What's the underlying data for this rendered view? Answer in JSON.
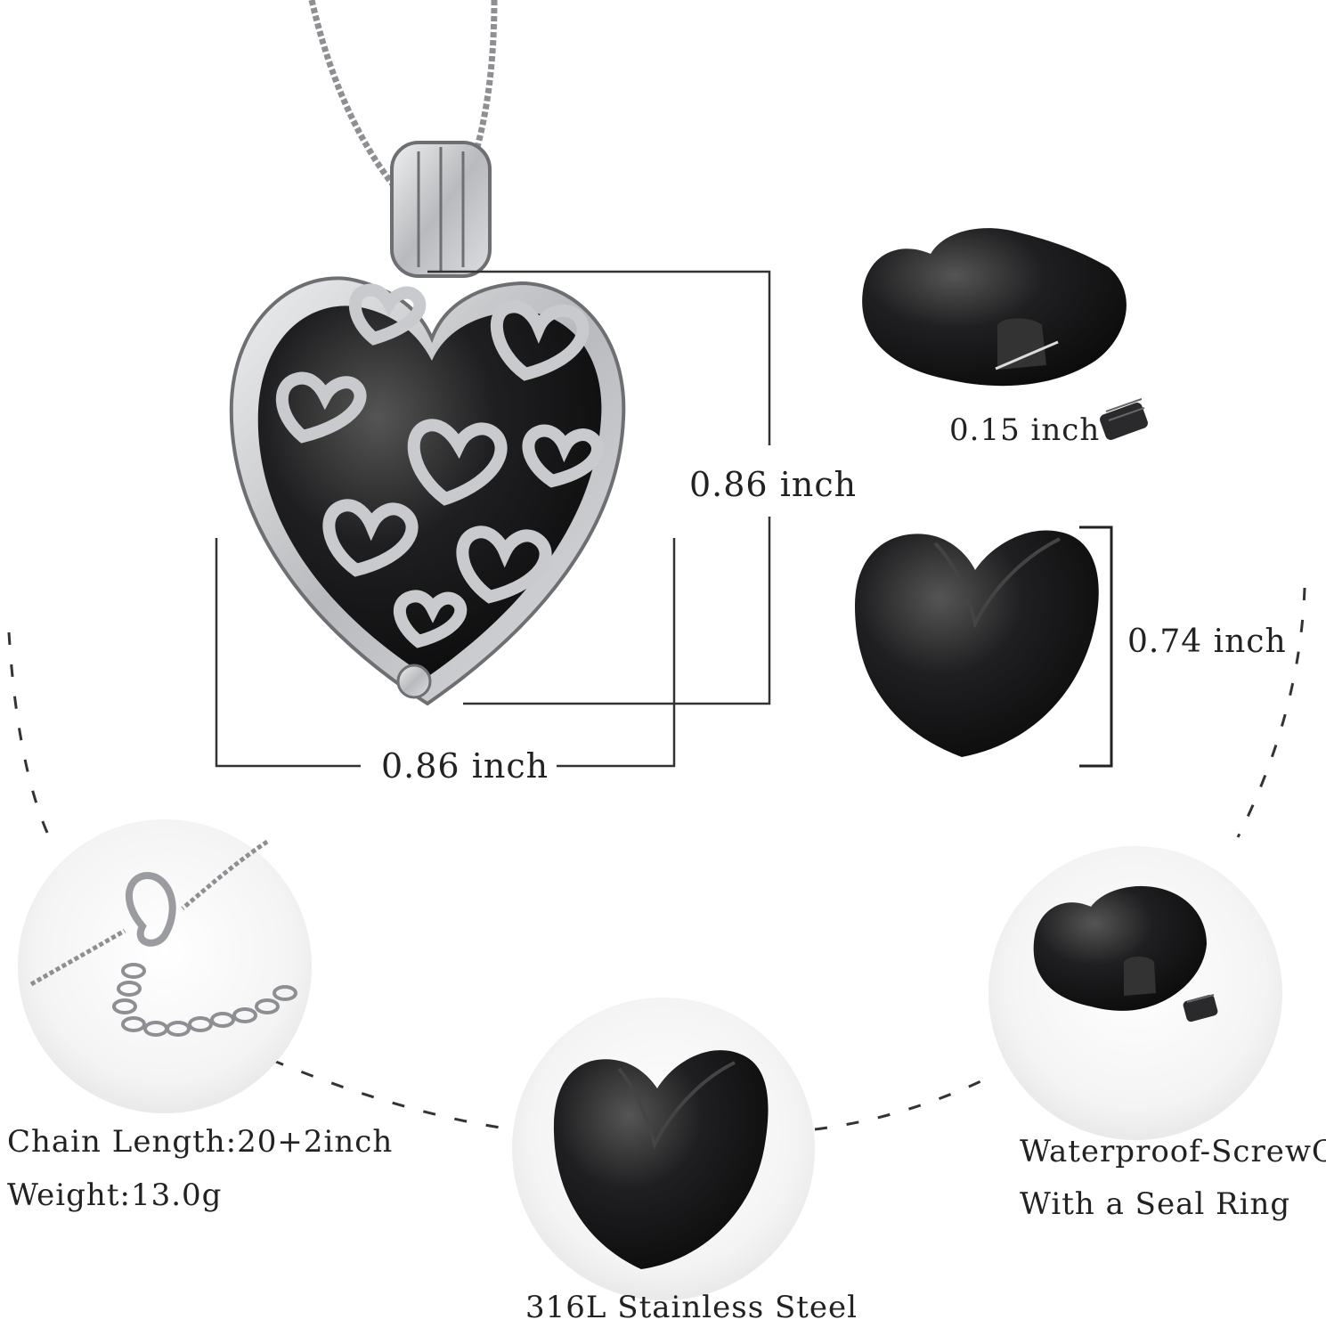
{
  "dimensions": {
    "pendant_height": "0.86 inch",
    "pendant_width": "0.86 inch",
    "screw_hole": "0.15 inch",
    "heart_height": "0.74 inch"
  },
  "features": {
    "chain_length": "Chain Length:20+2inch",
    "weight": "Weight:13.0g",
    "material": "316L Stainless Steel",
    "screwcap_line1": "Waterproof-ScrewCap",
    "screwcap_line2": "With a Seal Ring"
  },
  "colors": {
    "silver": "#c9cbcd",
    "black_heart": "#1b1b1d",
    "dim_line": "#333333",
    "circle_bg": "#f4f4f4"
  }
}
